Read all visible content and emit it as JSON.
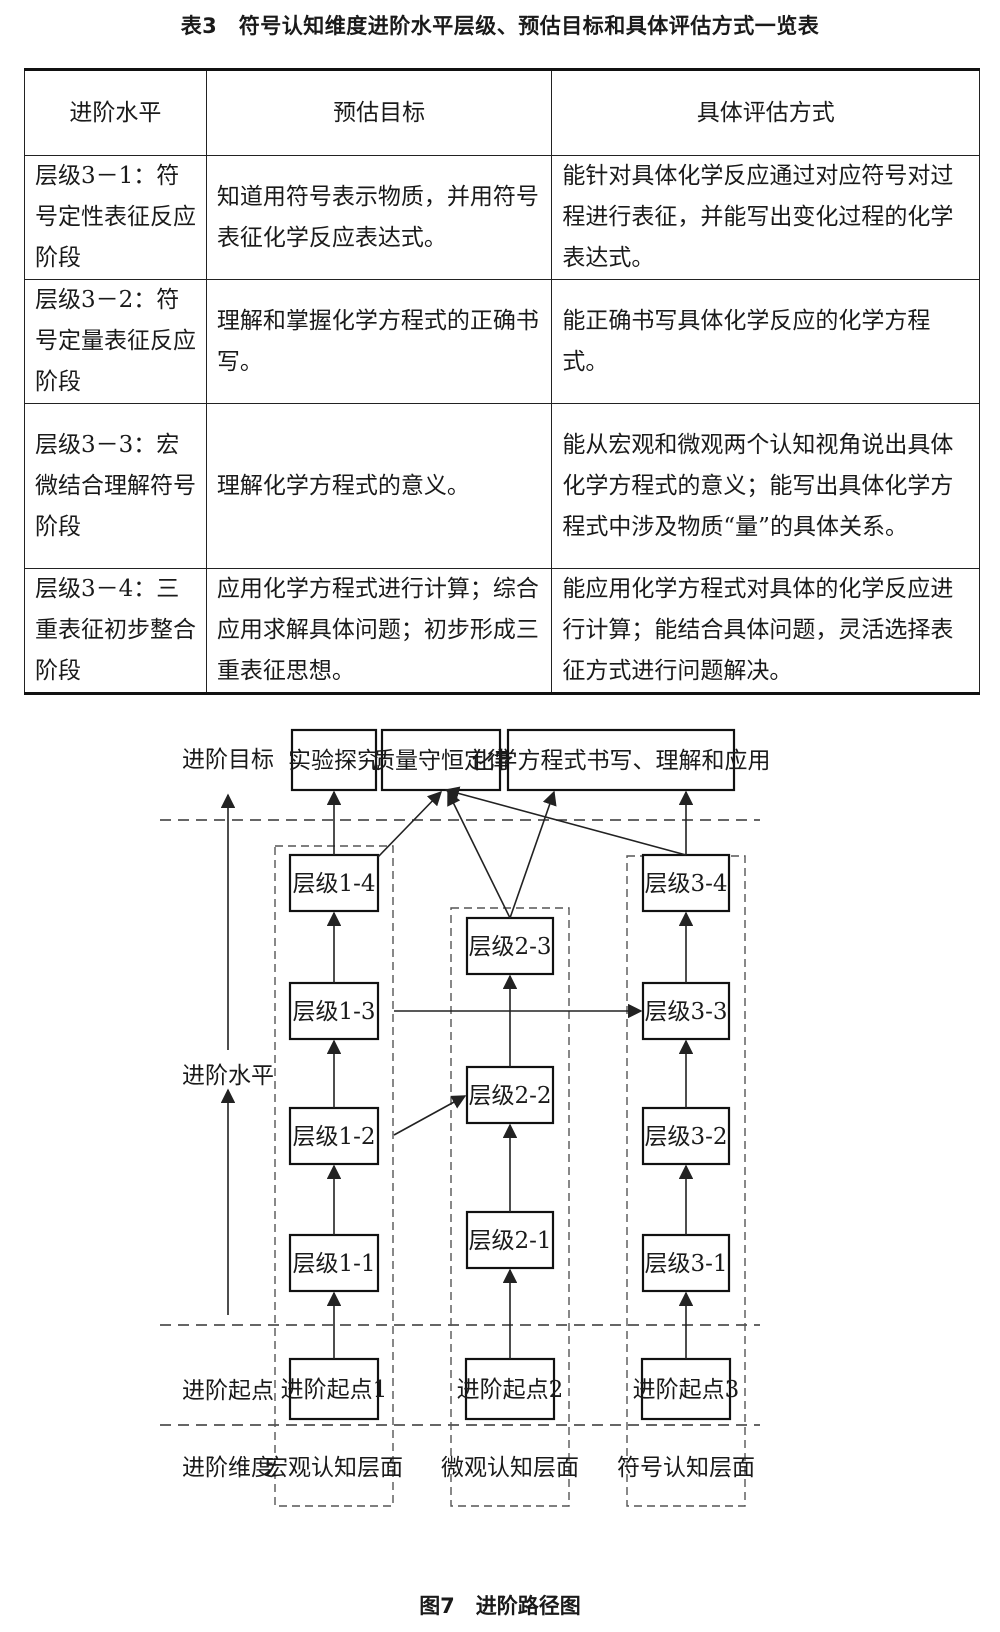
{
  "table": {
    "caption": "表3　符号认知维度进阶水平层级、预估目标和具体评估方式一览表",
    "headers": [
      "进阶水平",
      "预估目标",
      "具体评估方式"
    ],
    "rows": [
      {
        "level": "层级3－1：符号定性表征反应阶段",
        "goal": "知道用符号表示物质，并用符号表征化学反应表达式。",
        "assessment": "能针对具体化学反应通过对应符号对过程进行表征，并能写出变化过程的化学表达式。"
      },
      {
        "level": "层级3－2：符号定量表征反应阶段",
        "goal": "理解和掌握化学方程式的正确书写。",
        "assessment": "能正确书写具体化学反应的化学方程式。"
      },
      {
        "level": "层级3－3：宏微结合理解符号阶段",
        "goal": "理解化学方程式的意义。",
        "assessment": "能从宏观和微观两个认知视角说出具体化学方程式的意义；能写出具体化学方程式中涉及物质“量”的具体关系。"
      },
      {
        "level": "层级3－4：三重表征初步整合阶段",
        "goal": "应用化学方程式进行计算；综合应用求解具体问题；初步形成三重表征思想。",
        "assessment": "能应用化学方程式对具体的化学反应进行计算；能结合具体问题，灵活选择表征方式进行问题解决。"
      }
    ]
  },
  "diagram": {
    "row_labels": {
      "goal": "进阶目标",
      "level": "进阶水平",
      "start": "进阶起点",
      "dimension": "进阶维度"
    },
    "goals": [
      "实验探究",
      "质量守恒定律",
      "化学方程式书写、理解和应用"
    ],
    "columns": [
      {
        "dimension": "宏观认知层面",
        "start": "进阶起点1",
        "levels": [
          "层级1-1",
          "层级1-2",
          "层级1-3",
          "层级1-4"
        ]
      },
      {
        "dimension": "微观认知层面",
        "start": "进阶起点2",
        "levels": [
          "层级2-1",
          "层级2-2",
          "层级2-3"
        ]
      },
      {
        "dimension": "符号认知层面",
        "start": "进阶起点3",
        "levels": [
          "层级3-1",
          "层级3-2",
          "层级3-3",
          "层级3-4"
        ]
      }
    ],
    "caption": "图7　进阶路径图"
  }
}
